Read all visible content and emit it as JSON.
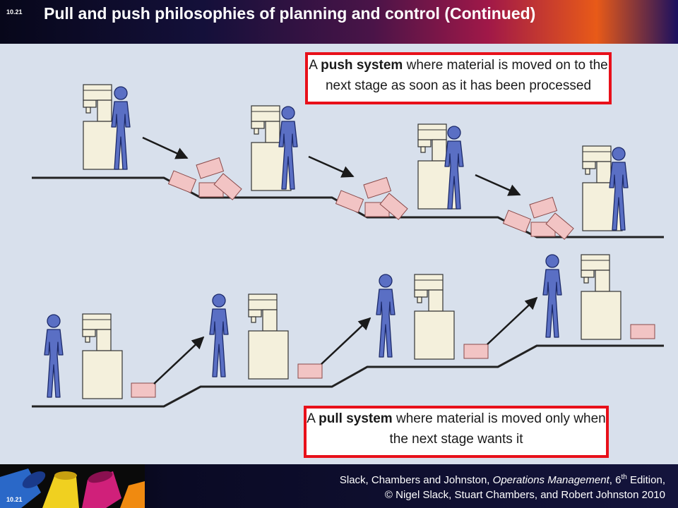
{
  "slide_number": "10.21",
  "title": "Pull and push philosophies of planning and control (Continued)",
  "push_caption": {
    "lead": "A ",
    "bold": "push system",
    "rest": " where material is moved on to the next stage as soon as it has been processed"
  },
  "pull_caption": {
    "lead": "A ",
    "bold": "pull system",
    "rest": " where material is moved only when the next stage wants it"
  },
  "footer": {
    "authors": "Slack, Chambers and Johnston, ",
    "book": "Operations Management",
    "edition_pre": ", 6",
    "edition_sup": "th",
    "edition_post": " Edition,",
    "copyright": "© Nigel Slack, Stuart Chambers, and Robert Johnston 2010"
  },
  "colors": {
    "figure": "#5a6fc4",
    "box": "#f2c4c4",
    "frame": "#e8101a",
    "machine": "#f4f0dc"
  }
}
